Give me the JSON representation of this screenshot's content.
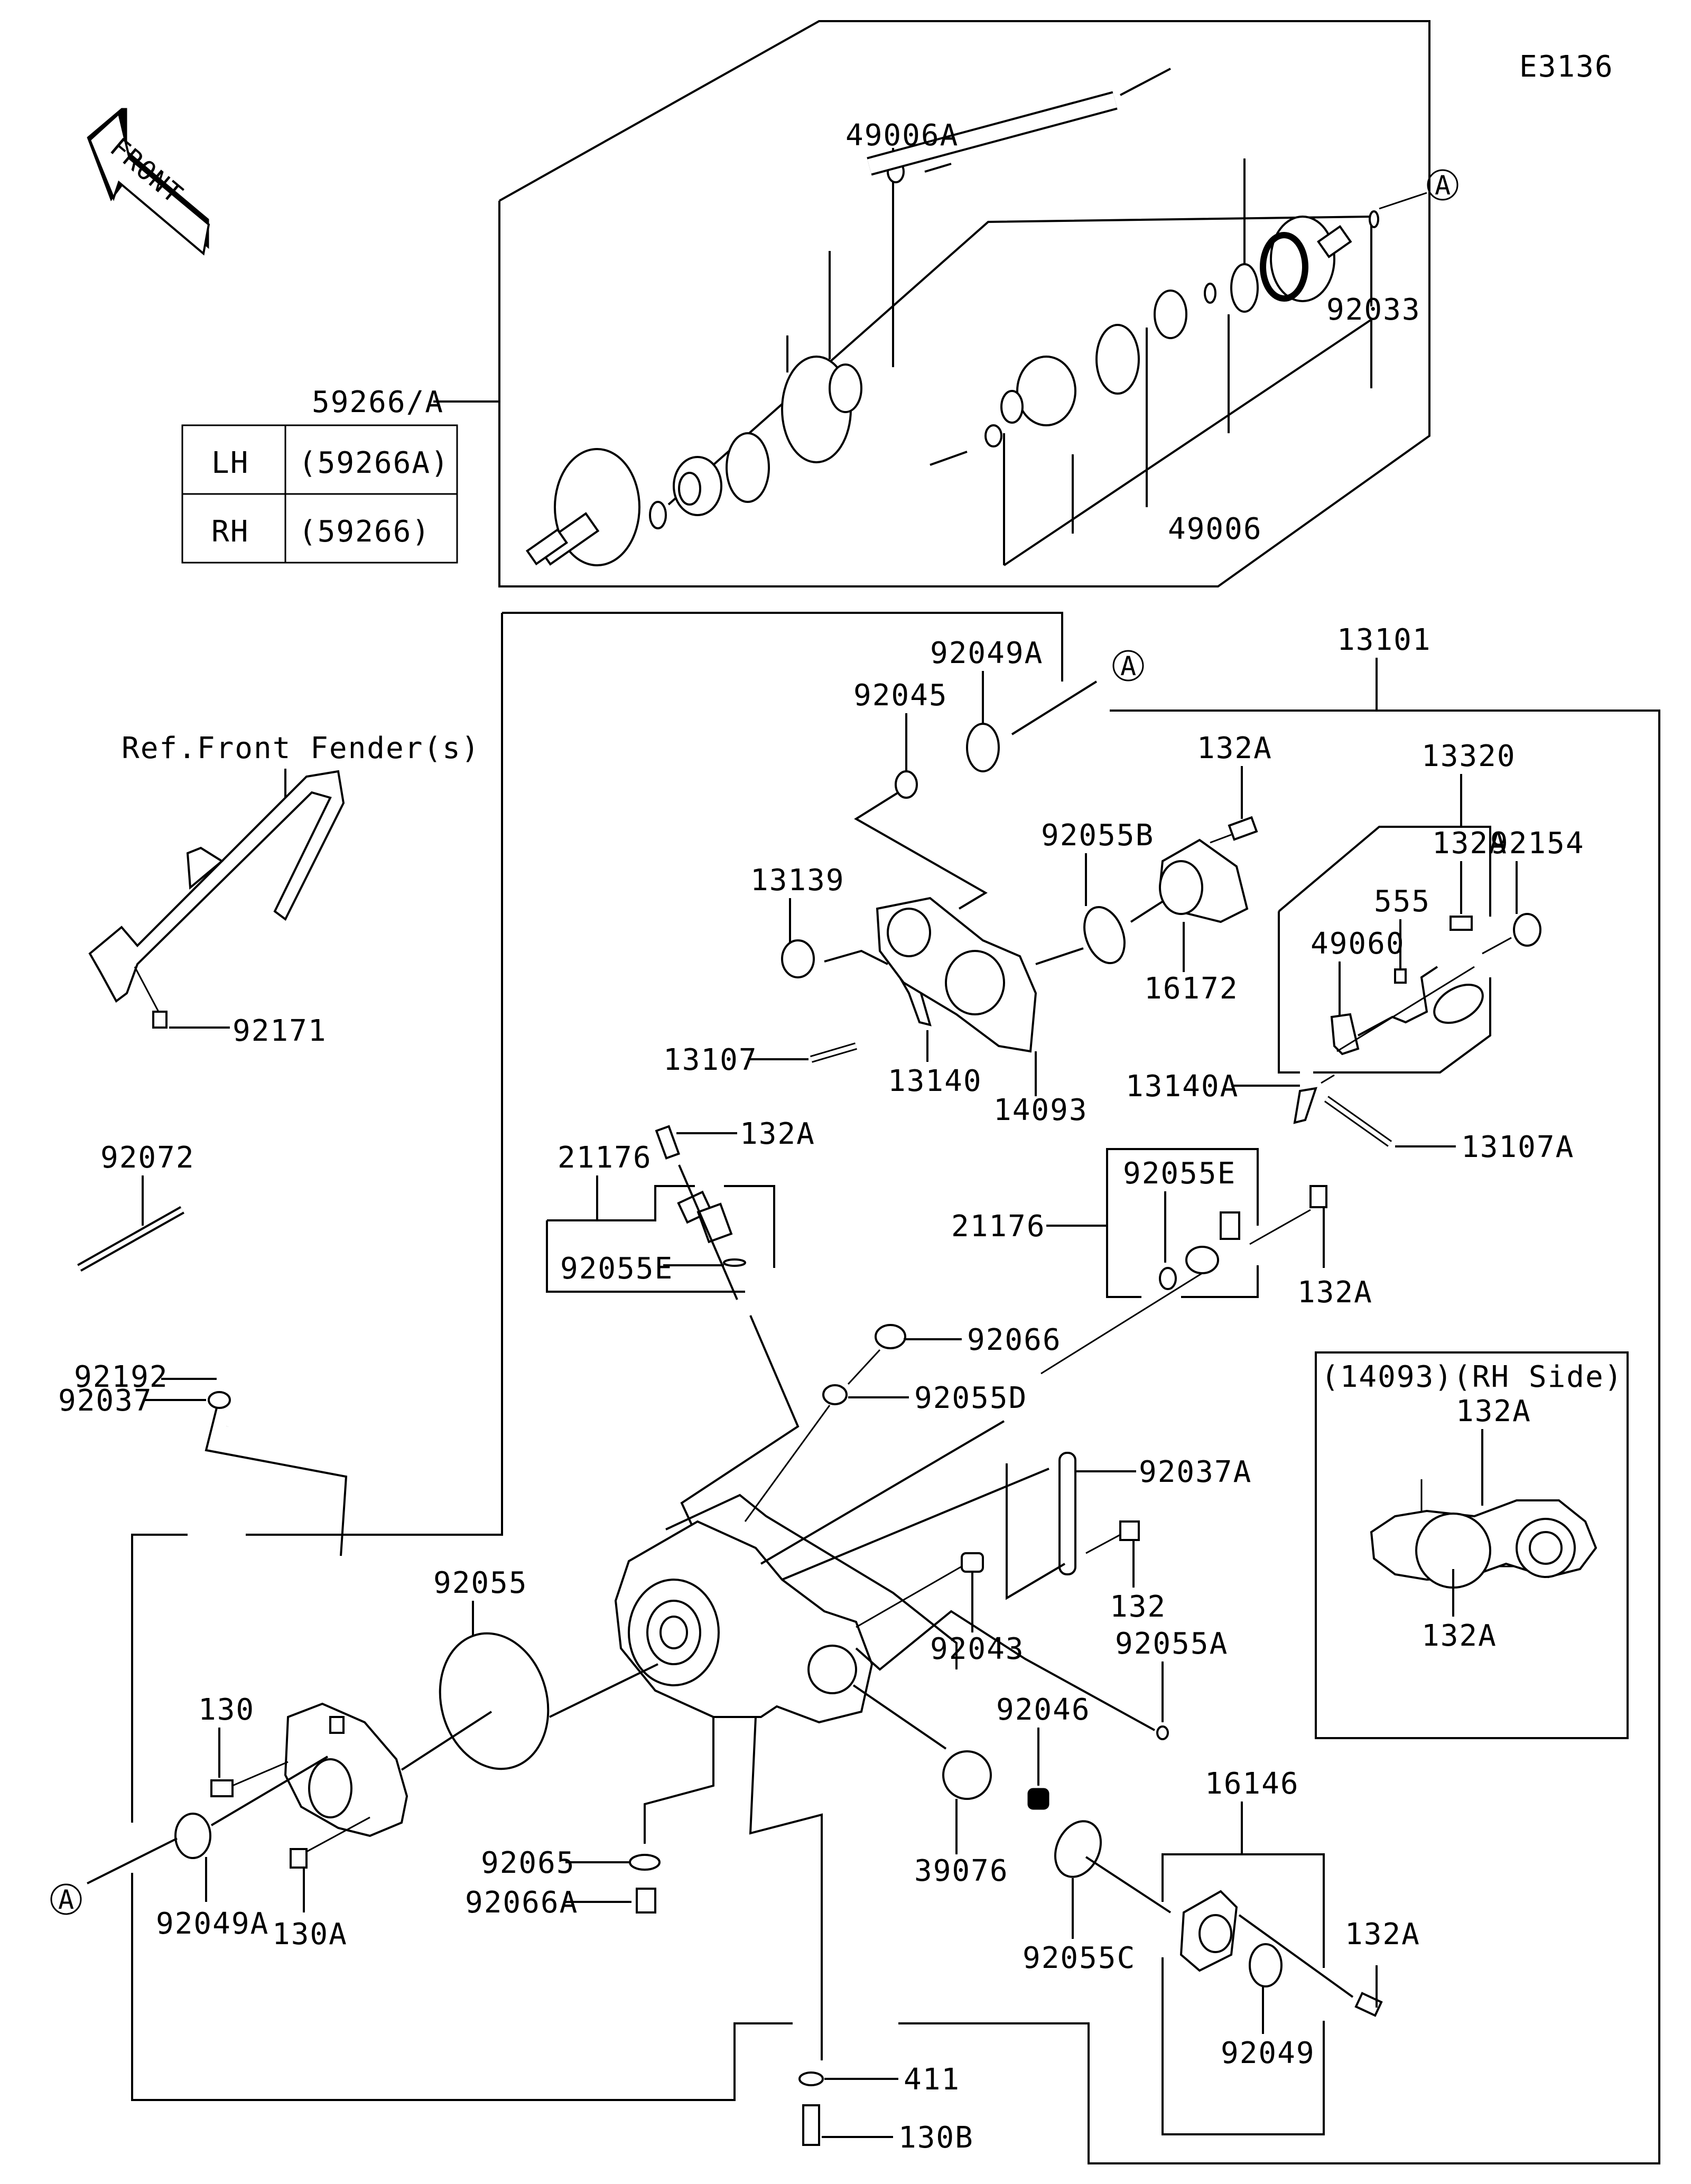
{
  "diagram": {
    "code": "E3136",
    "front_arrow": "FRONT",
    "reference_marker": "A",
    "side_table": {
      "rows": [
        {
          "side": "LH",
          "part": "(59266A)"
        },
        {
          "side": "RH",
          "part": "(59266)"
        }
      ]
    },
    "inset_title": "(14093)(RH Side)",
    "ref_note": "Ref.Front Fender(s)",
    "labels": {
      "p59266A": "59266/A",
      "p49006A": "49006A",
      "p49006": "49006",
      "p92033": "92033",
      "p13101": "13101",
      "p92049A_top": "92049A",
      "p92045": "92045",
      "p92055B": "92055B",
      "p132A_1": "132A",
      "p13320": "13320",
      "p92154": "92154",
      "p132A_2": "132A",
      "p555": "555",
      "p49060": "49060",
      "p13139": "13139",
      "p16172": "16172",
      "p13107": "13107",
      "p13140": "13140",
      "p14093": "14093",
      "p13140A": "13140A",
      "p13107A": "13107A",
      "p132A_3": "132A",
      "p21176_left": "21176",
      "p92055E_left": "92055E",
      "p21176_right": "21176",
      "p92055E_right": "92055E",
      "p132A_4": "132A",
      "p92066": "92066",
      "p92055D": "92055D",
      "p92171": "92171",
      "p92072": "92072",
      "p92192": "92192",
      "p92037": "92037",
      "p92037A": "92037A",
      "p132": "132",
      "p92043": "92043",
      "p92055A": "92055A",
      "p132A_inset_top": "132A",
      "p132A_inset_bottom": "132A",
      "p92055": "92055",
      "p130": "130",
      "p92046": "92046",
      "p39076": "39076",
      "p16146": "16146",
      "p92065": "92065",
      "p92066A": "92066A",
      "p92055C": "92055C",
      "p132A_5": "132A",
      "p92049A_bottom": "92049A",
      "p130A": "130A",
      "p92049": "92049",
      "p411": "411",
      "p130B": "130B"
    }
  }
}
